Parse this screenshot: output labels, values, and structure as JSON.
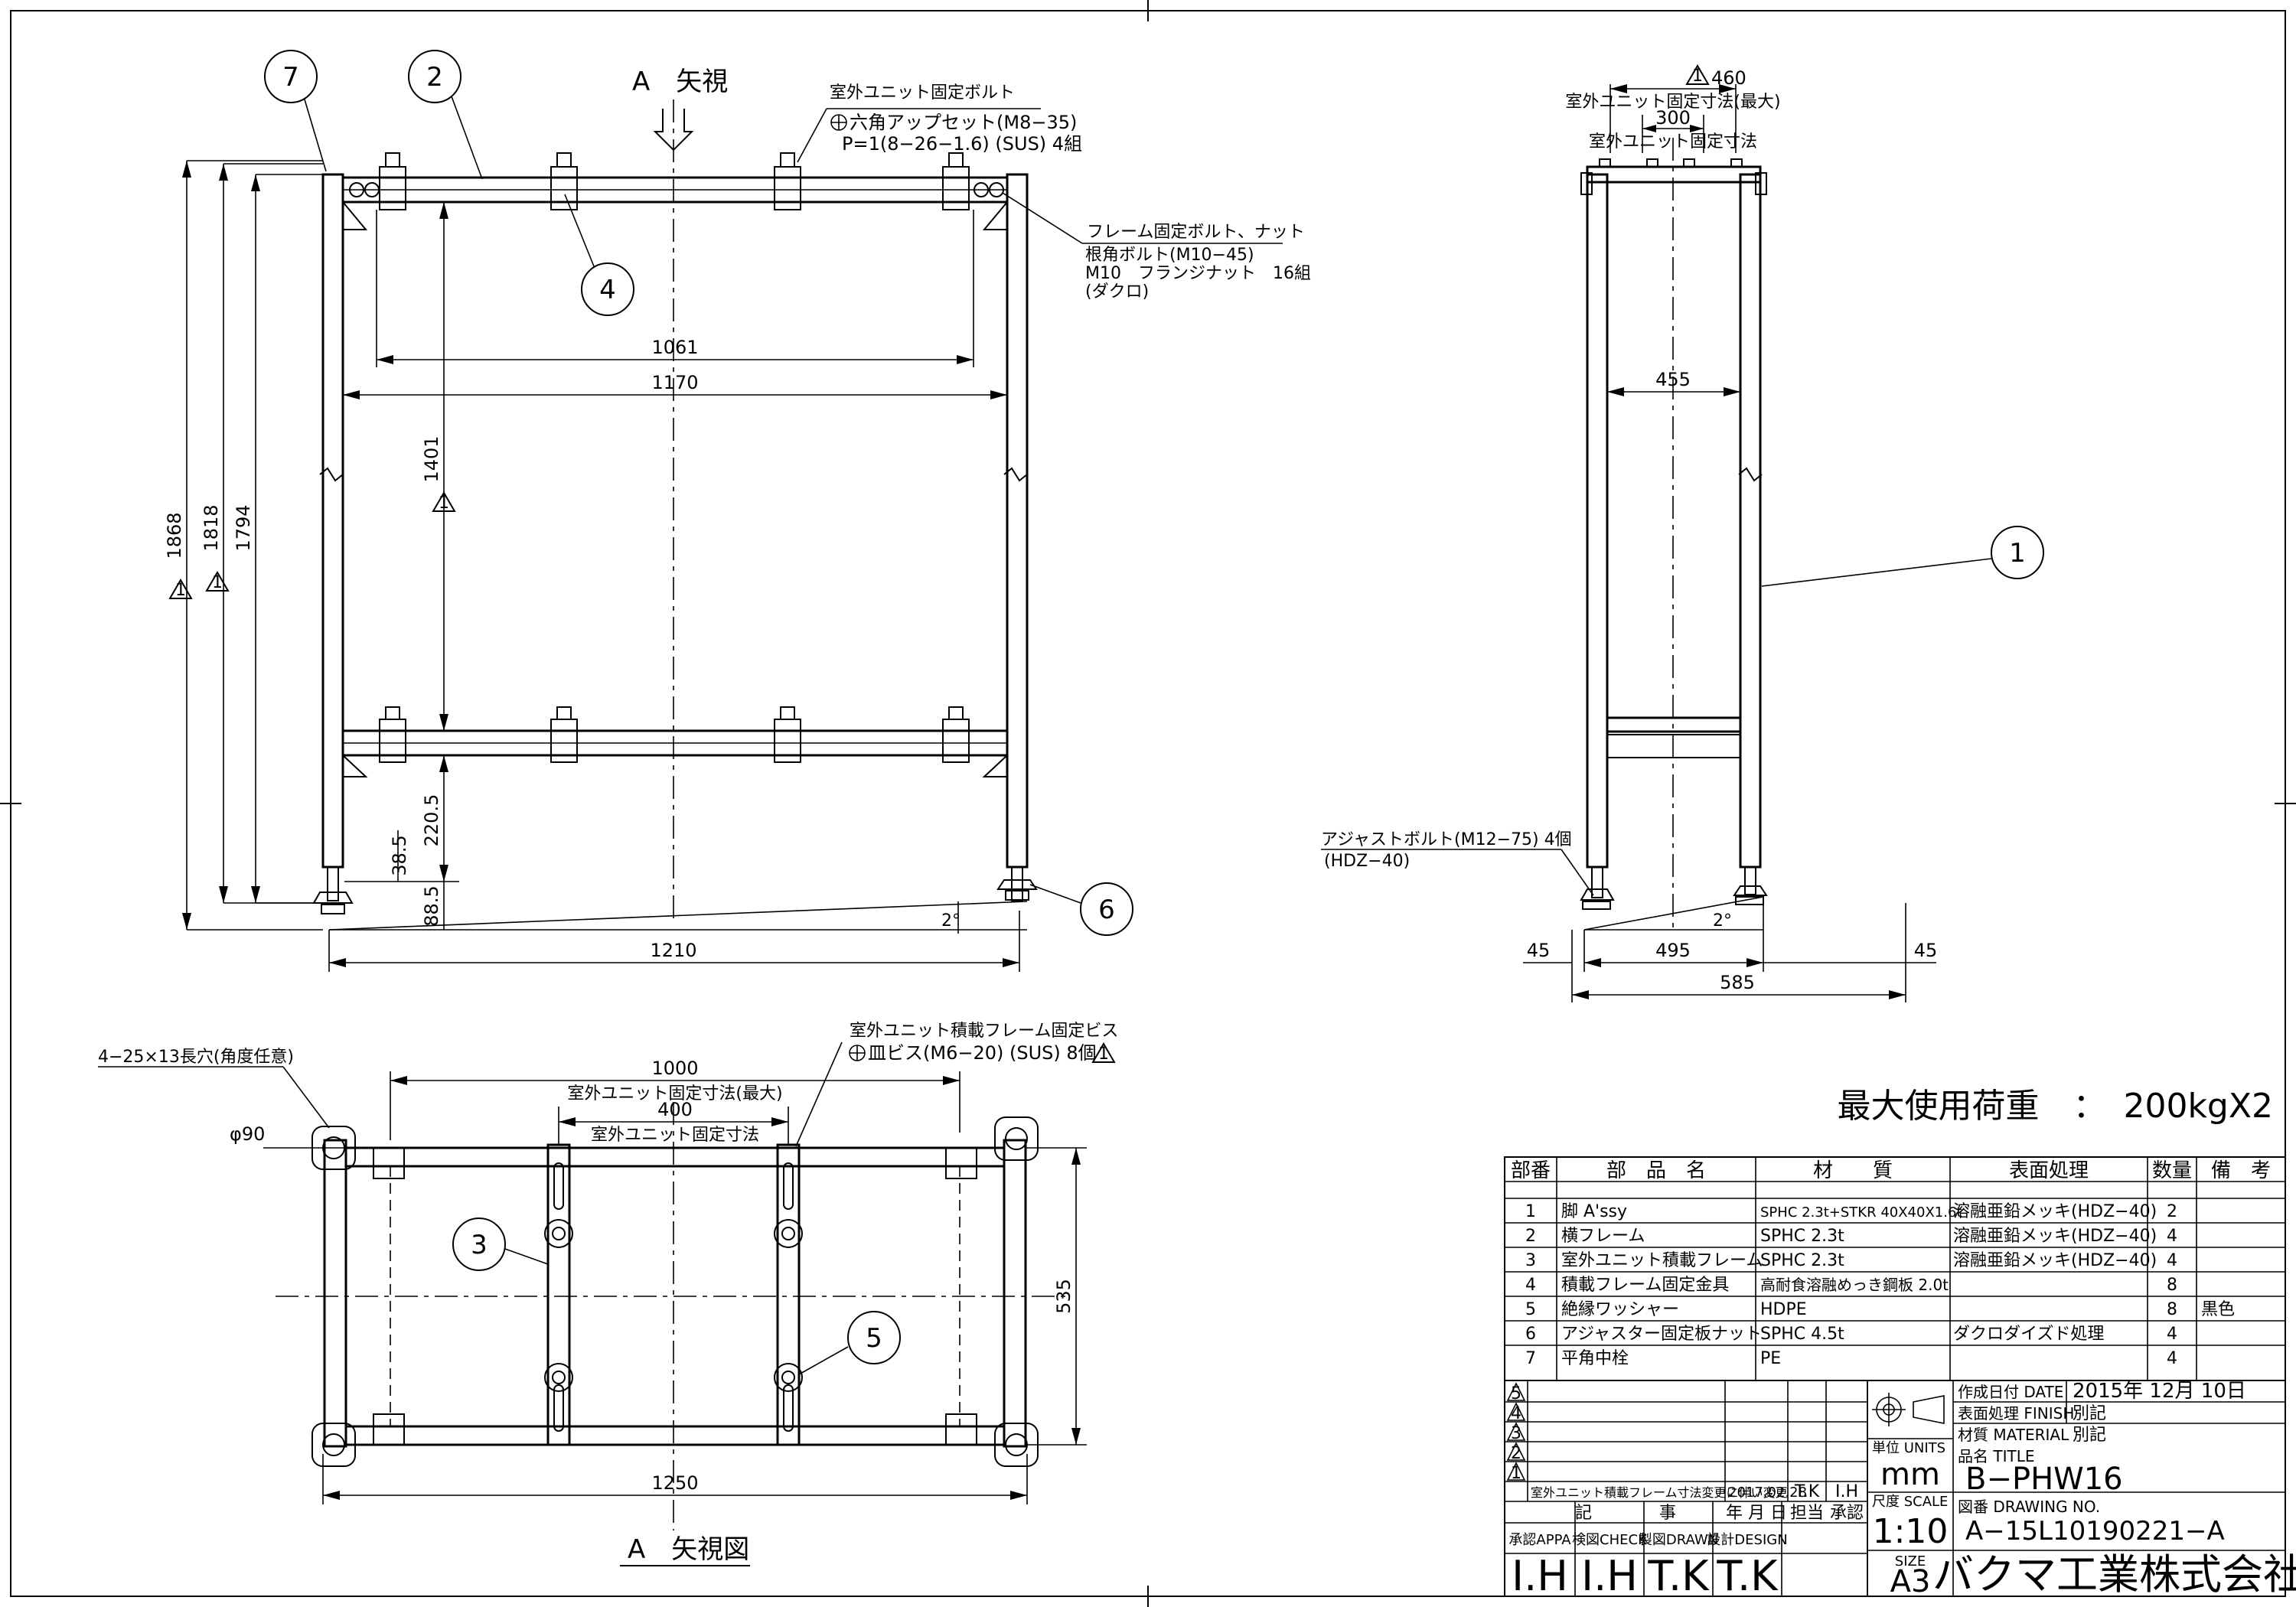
{
  "view_a_label": "A　矢視",
  "view_a_caption": "A　矢視図",
  "balloons": [
    "1",
    "2",
    "3",
    "4",
    "5",
    "6",
    "7"
  ],
  "front_dims": {
    "d1061": "1061",
    "d1170": "1170",
    "d1210": "1210",
    "d1401": "1401",
    "d1868": "1868",
    "d1818": "1818",
    "d1794": "1794",
    "d220": "220.5",
    "d38": "38.5",
    "d88": "88.5",
    "slope": "2°"
  },
  "side_dims": {
    "d460": "460",
    "d300": "300",
    "d455": "455",
    "d495": "495",
    "d45a": "45",
    "d45b": "45",
    "d585": "585",
    "slope": "2°",
    "fix_max": "室外ユニット固定寸法(最大)",
    "fix": "室外ユニット固定寸法"
  },
  "plan_dims": {
    "d1000": "1000",
    "d400": "400",
    "d535": "535",
    "d1250": "1250",
    "fix_max": "室外ユニット固定寸法(最大)",
    "fix": "室外ユニット固定寸法",
    "phi90": "φ90",
    "slot": "4−25×13長穴(角度任意)"
  },
  "notes": {
    "bolt1_l1": "室外ユニット固定ボルト",
    "bolt1_l2": "六角アップセット(M8−35)",
    "bolt1_l3": "P=1(8−26−1.6) (SUS) 4組",
    "bolt2_l1": "フレーム固定ボルト、ナット",
    "bolt2_l2": "根角ボルト(M10−45)",
    "bolt2_l3": "M10　フランジナット　16組",
    "bolt2_l4": "(ダクロ)",
    "adjust_l1": "アジャストボルト(M12−75) 4個",
    "adjust_l2": "(HDZ−40)",
    "screw_l1": "室外ユニット積載フレーム固定ビス",
    "screw_l2": "皿ビス(M6−20) (SUS) 8個"
  },
  "max_load": "最大使用荷重　：　200kgX2",
  "parts_table": {
    "headers": [
      "部番",
      "部　品　名",
      "材　　質",
      "表面処理",
      "数量",
      "備　考"
    ],
    "rows": [
      [
        "1",
        "脚 A'ssy",
        "SPHC 2.3t+STKR 40X40X1.6t",
        "溶融亜鉛メッキ(HDZ−40)",
        "2",
        ""
      ],
      [
        "2",
        "横フレーム",
        "SPHC 2.3t",
        "溶融亜鉛メッキ(HDZ−40)",
        "4",
        ""
      ],
      [
        "3",
        "室外ユニット積載フレーム",
        "SPHC 2.3t",
        "溶融亜鉛メッキ(HDZ−40)",
        "4",
        ""
      ],
      [
        "4",
        "積載フレーム固定金具",
        "高耐食溶融めっき鋼板 2.0t",
        "",
        "8",
        ""
      ],
      [
        "5",
        "絶縁ワッシャー",
        "HDPE",
        "",
        "8",
        "黒色"
      ],
      [
        "6",
        "アジャスター固定板ナット",
        "SPHC 4.5t",
        "ダクロダイズド処理",
        "4",
        ""
      ],
      [
        "7",
        "平角中栓",
        "PE",
        "",
        "4",
        ""
      ]
    ]
  },
  "title_block": {
    "revision_marks": [
      "5",
      "4",
      "3",
      "2",
      "1"
    ],
    "rev1_text": "室外ユニット積載フレーム寸法変更に伴い変更",
    "rev1_date": "2017.02.28",
    "rev1_by": "T.K",
    "rev1_app": "I.H",
    "rev_headers": [
      "記　　　　事",
      "年 月 日",
      "担当",
      "承認"
    ],
    "date_label": "作成日付 DATE",
    "date_value": "2015年 12月 10日",
    "finish_label": "表面処理 FINISH",
    "finish_value": "別記",
    "material_label": "材質 MATERIAL",
    "material_value": "別記",
    "units_label": "単位 UNITS",
    "units_value": "mm",
    "scale_label": "尺度 SCALE",
    "scale_value": "1:10",
    "size_label": "SIZE",
    "size_value": "A3",
    "title_label": "品名 TITLE",
    "title_value": "B−PHW16",
    "dwg_label": "図番 DRAWING NO.",
    "dwg_value": "A−15L10190221−A",
    "appa_label": "承認APPA",
    "check_label": "検図CHECK",
    "drawn_label": "製図DRAWN",
    "design_label": "設計DESIGN",
    "appa": "I.H",
    "check": "I.H",
    "drawn": "T.K",
    "design": "T.K",
    "company": "バクマ工業株式会社"
  }
}
